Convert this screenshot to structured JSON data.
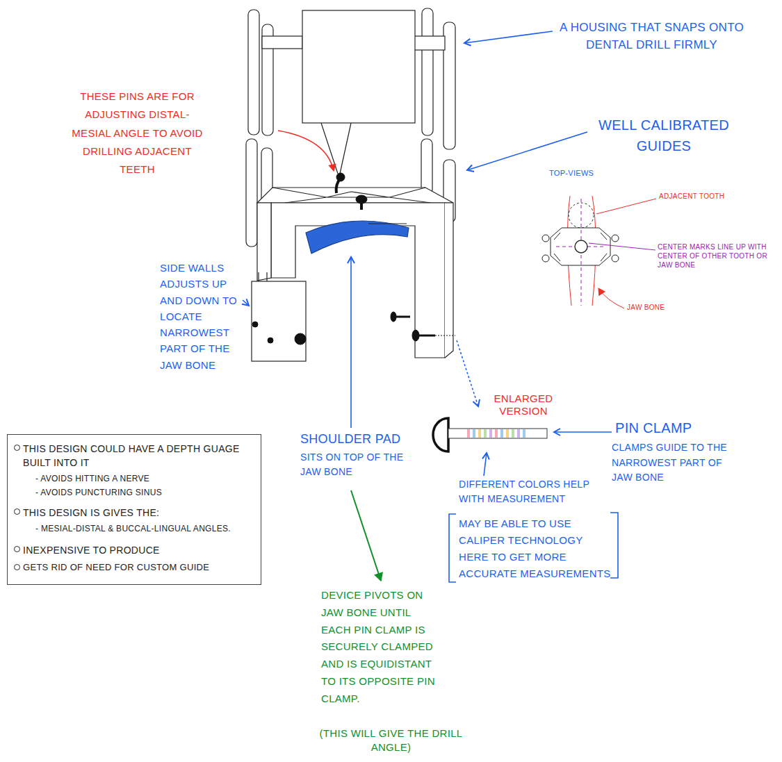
{
  "diagram": {
    "nodes": [
      {
        "text": [
          "THIS DESIGN COULD HAVE A DEPTH GUAGE BUILT INTO IT",
          "- AVOIDS HITTING A NERVE",
          "- AVOIDS PUNCTURING SINUS",
          "THIS DESIGN IS GIVES THE:",
          "- MESIAL-DISTAL & BUCCAL-LINGUAL ANGLES.",
          "INEXPENSIVE TO PRODUCE",
          "GETS RID OF NEED FOR CUSTOM GUIDE"
        ]
      }
    ],
    "labels": [
      "A HOUSING THAT SNAPS ONTO DENTAL DRILL FIRMLY",
      "THESE PINS ARE FOR ADJUSTING DISTAL-MESIAL ANGLE TO AVOID DRILLING ADJACENT TEETH",
      "WELL CALIBRATED GUIDES",
      "TOP-VIEWS",
      "ADJACENT TOOTH",
      "CENTER MARKS LINE UP WITH CENTER OF OTHER TOOTH OR JAW BONE",
      "JAW BONE",
      "SIDE WALLS ADJUSTS UP AND DOWN TO LOCATE NARROWEST PART OF THE JAW BONE",
      "ENLARGED VERSION",
      "PIN CLAMP",
      "CLAMPS GUIDE TO THE NARROWEST PART OF JAW BONE",
      "SHOULDER PAD",
      "SITS ON TOP OF THE JAW BONE",
      "DIFFERENT COLORS HELP WITH MEASUREMENT",
      "MAY BE ABLE TO USE CALIPER TECHNOLOGY HERE TO GET MORE ACCURATE MEASUREMENTS",
      "DEVICE PIVOTS ON JAW BONE UNTIL EACH PIN CLAMP IS SECURELY CLAMPED AND IS EQUIDISTANT TO ITS OPPOSITE PIN CLAMP.",
      "(THIS WILL GIVE THE DRILL ANGLE)"
    ]
  }
}
